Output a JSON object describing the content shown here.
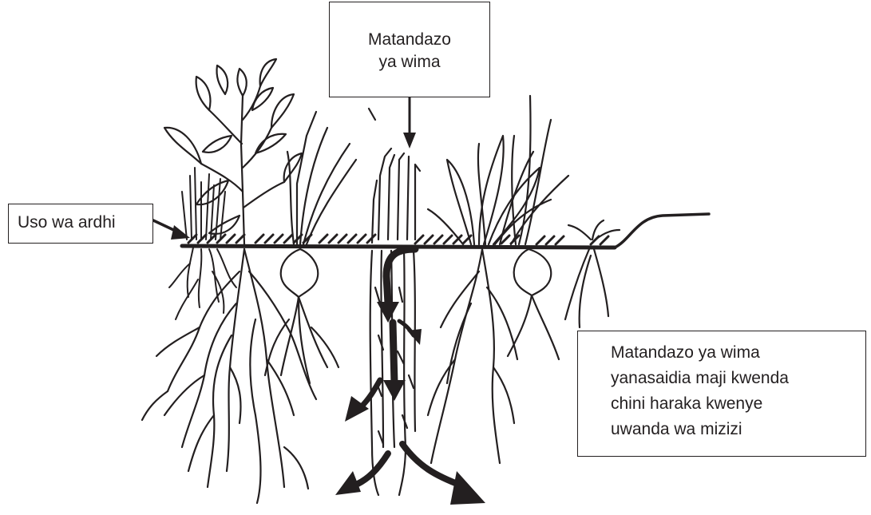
{
  "labels": {
    "vertical_mulch": [
      "Matandazo",
      "ya wima"
    ],
    "soil_surface": "Uso wa ardhi",
    "description": [
      "Matandazo ya wima",
      "yanasaidia maji kwenda",
      "chini haraka kwenye",
      "uwanda wa mizizi"
    ]
  },
  "colors": {
    "ink": "#231f20",
    "background": "#ffffff"
  }
}
